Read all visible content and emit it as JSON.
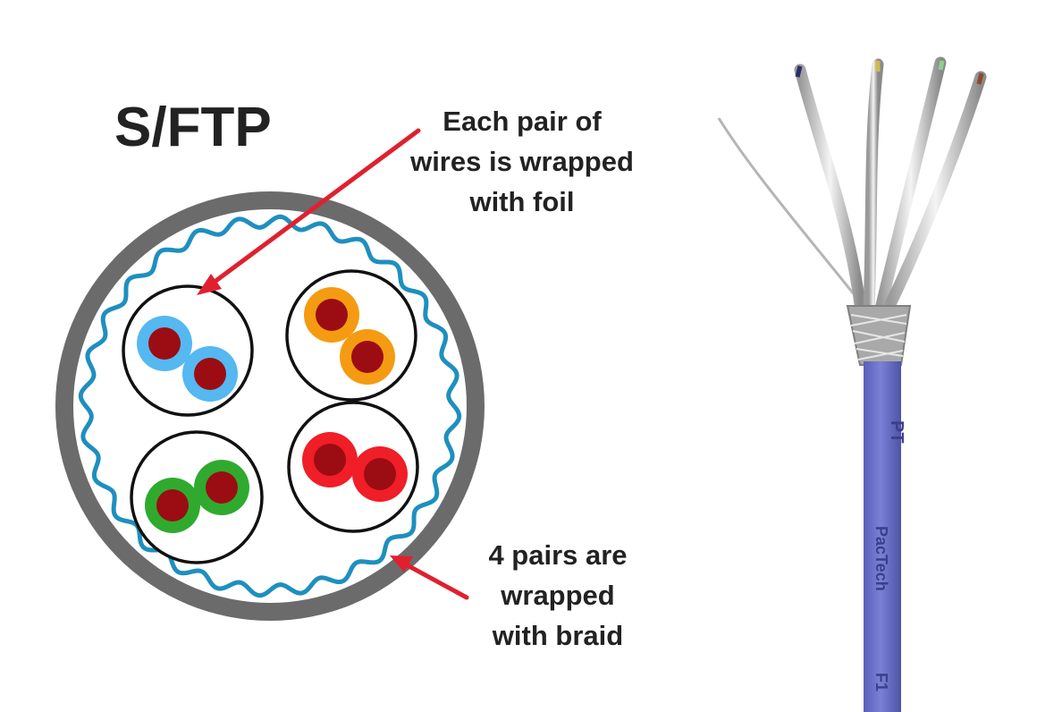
{
  "diagram": {
    "title": "S/FTP",
    "callouts": {
      "foil": [
        "Each pair of",
        "wires is wrapped",
        "with foil"
      ],
      "braid": [
        "4 pairs are",
        "wrapped",
        "with braid"
      ]
    },
    "colors": {
      "outer_jacket": "#6b6b6b",
      "braid_shield": "#1e8fbf",
      "arrow": "#e0202e",
      "copper": "#9b0d12",
      "pair_blue": "#55b8f0",
      "pair_orange": "#f49b12",
      "pair_green": "#2faa2f",
      "pair_red": "#f01e26",
      "cable_jacket": "#6a6fc8"
    }
  },
  "cable_photo": {
    "jacket_print_1": "PT",
    "jacket_print_2": "PacTech",
    "jacket_print_3": "F1"
  }
}
